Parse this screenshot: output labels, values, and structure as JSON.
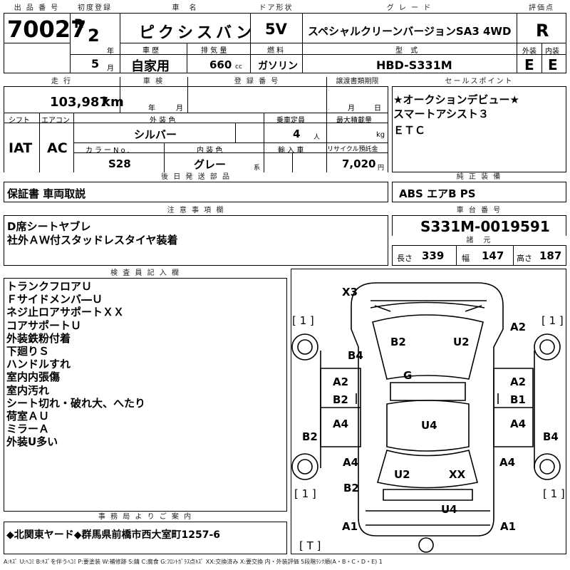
{
  "header": {
    "lot_no_label": "出 品 番 号",
    "lot_no": "70027",
    "reg_label": "初度登録",
    "era": "R",
    "year": "2",
    "year_unit": "年",
    "month": "5",
    "month_unit": "月",
    "name_label": "車　名",
    "car_name": "ピクシスバン",
    "door_label": "ドア形状",
    "door": "5V",
    "grade_label": "グ レ ー ド",
    "grade": "スペシャルクリーンバージョンSA3 4WD",
    "score_label": "評価点",
    "score": "R",
    "history_label": "車 歴",
    "history": "自家用",
    "displacement_label": "排 気 量",
    "displacement": "660",
    "displacement_unit": "cc",
    "fuel_label": "燃 料",
    "fuel": "ガソリン",
    "model_label": "型 式",
    "model": "HBD-S331M",
    "ext_label": "外装",
    "ext_score": "E",
    "int_label": "内装",
    "int_score": "E"
  },
  "mid": {
    "mileage_label": "走 行",
    "mileage": "103,987",
    "mileage_unit": "km",
    "inspection_label": "車 検",
    "insp_year_unit": "年",
    "insp_month_unit": "月",
    "regno_label": "登 録 番 号",
    "transfer_label": "譲渡書類期限",
    "transfer_month_unit": "月",
    "transfer_day_unit": "日",
    "shift_label": "シフト",
    "shift": "IAT",
    "ac_label": "エアコン",
    "ac": "AC",
    "color_label": "外 装 色",
    "color": "シルバー",
    "capacity_label": "乗車定員",
    "capacity": "4",
    "capacity_unit": "人",
    "load_label": "最大積載量",
    "load_unit": "kg",
    "colorno_label": "カラーNo.",
    "colorno": "S28",
    "interior_label": "内 装 色",
    "interior": "グレー",
    "interior_unit": "系",
    "import_label": "輸 入 車",
    "recycle_label": "リサイクル預託金",
    "recycle": "7,020",
    "recycle_unit": "円",
    "later_label": "後 日 発 送 部 品",
    "later": "保証書 車両取説"
  },
  "sales": {
    "label": "セールスポイント",
    "lines": [
      "★オークションデビュー★",
      "スマートアシスト３",
      "ＥＴＣ"
    ]
  },
  "equip": {
    "label": "純 正 装 備",
    "value": "ABS エアB PS"
  },
  "caution": {
    "label": "注 意 事 項 欄",
    "lines": [
      "D席シートヤブレ",
      "社外ＡＷ付スタッドレスタイヤ装着"
    ]
  },
  "chassis": {
    "label": "車 台 番 号",
    "value": "S331M-0019591",
    "dims_label": "諸　元",
    "len_label": "長さ",
    "len": "339",
    "wid_label": "幅",
    "wid": "147",
    "hgt_label": "高さ",
    "hgt": "187"
  },
  "inspector": {
    "label": "検 査 員 記 入 欄",
    "lines": [
      "トランクフロアＵ",
      "Ｆサイドメンバ―Ｕ",
      "ネジ止ロアサポートＸＸ",
      "コアサポートＵ",
      "外装鉄粉付着",
      "下廻りＳ",
      "ハンドルすれ",
      "室内内張傷",
      "室内汚れ",
      "シート切れ・破れ大、へたり",
      "荷室ＡＵ",
      "ミラーＡ",
      "外装U多い"
    ]
  },
  "office": {
    "label": "事 務 局 よ り ご 案 内",
    "value": "◆北関東ヤード◆群馬県前橋市西大室町1257-6"
  },
  "diagram": {
    "labels": [
      "X3",
      "[ 1 ]",
      "[ 1 ]",
      "A2",
      "B2",
      "U2",
      "B4",
      "G",
      "A2",
      "A2",
      "B2",
      "B1",
      "A4",
      "A4",
      "B2",
      "U4",
      "B4",
      "A4",
      "A4",
      "U2",
      "XX",
      "[ 1 ]",
      "B2",
      "[ 1 ]",
      "U4",
      "A1",
      "A1",
      "[ T ]"
    ]
  },
  "legend": "A:ｷｽﾞ U:ﾍｺﾐ B:ｷｽﾞを伴うﾍｺﾐ P:要塗装 W:補修跡 S:錆 C:腐食 G:ﾌﾛﾝﾄｶﾞﾗｽ点ｷｽﾞ XX:交換済み X:要交換 内・外装評価 5段階ﾗﾝｸ順(A・B・C・D・E) 1"
}
